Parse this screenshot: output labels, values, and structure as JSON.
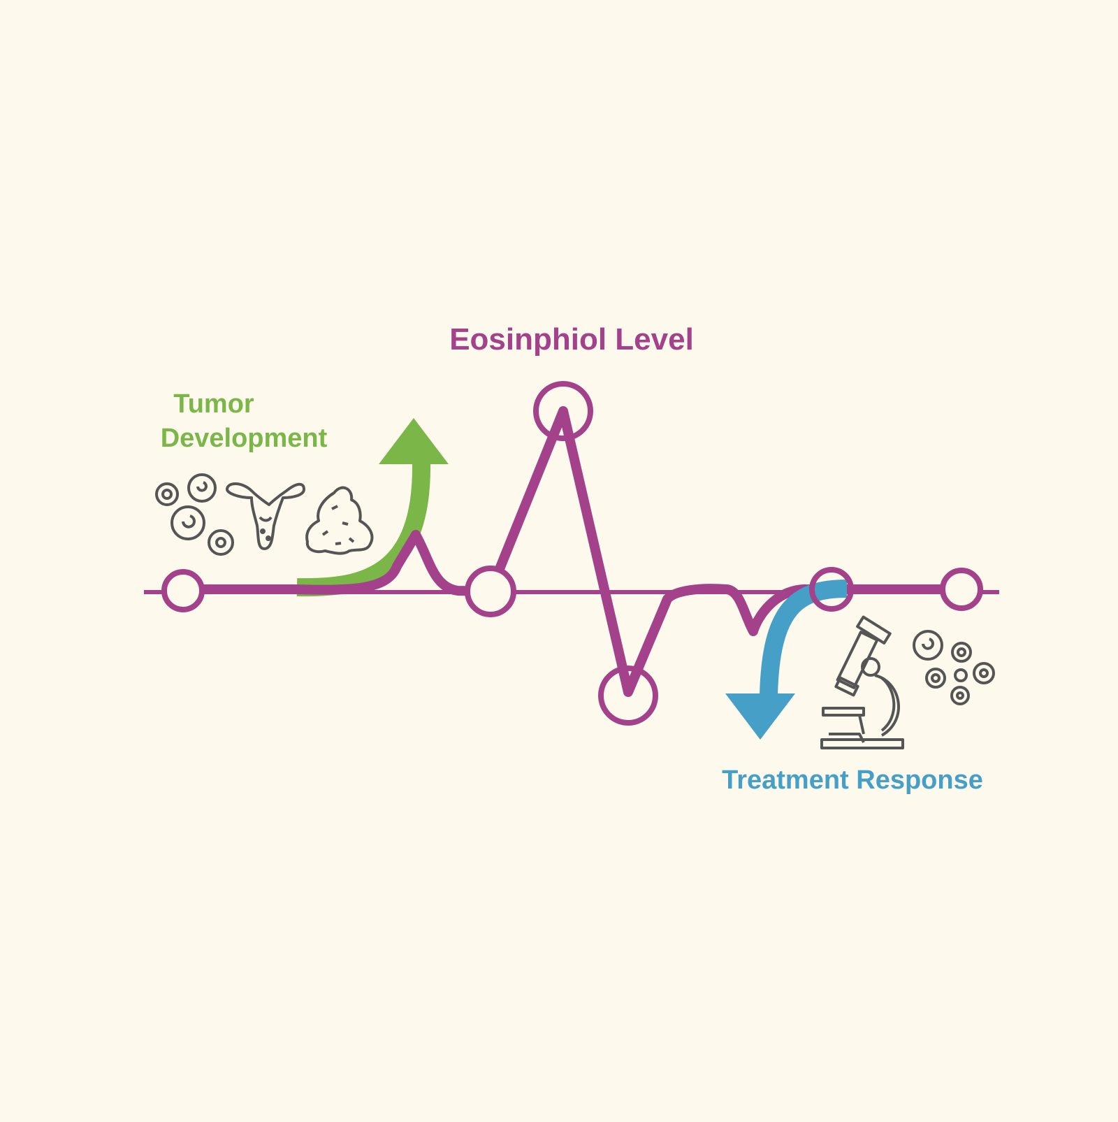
{
  "title": "Eosinphiol Level",
  "tumor_label": [
    "Tumor",
    "Development"
  ],
  "treatment_label": "Treatment Response",
  "colors": {
    "background": "#fdf9ec",
    "wave": "#a3418a",
    "tumor": "#7ab648",
    "treatment": "#459fc6",
    "icons": "#555555"
  },
  "icons": {
    "left": [
      "cells-icon",
      "uterus-icon",
      "tumor-mass-icon"
    ],
    "right": [
      "microscope-icon",
      "cells-icon"
    ],
    "arrows": [
      "up-arrow-icon",
      "down-arrow-icon"
    ]
  }
}
